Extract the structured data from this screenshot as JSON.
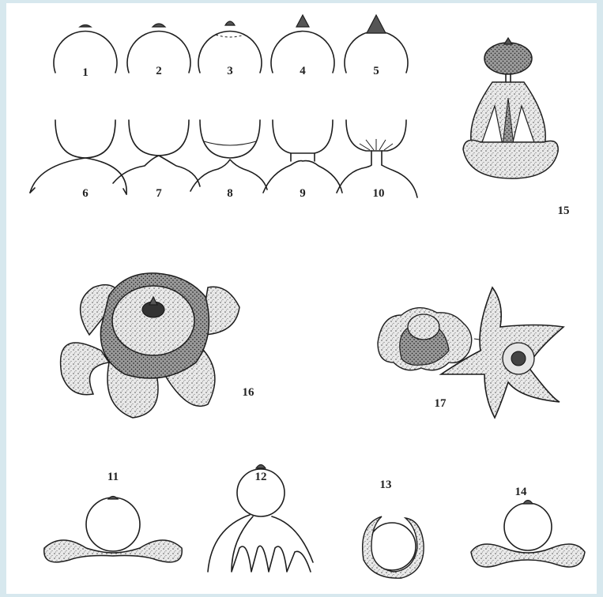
{
  "figure": {
    "labels": [
      "1",
      "2",
      "3",
      "4",
      "5",
      "6",
      "7",
      "8",
      "9",
      "10",
      "11",
      "12",
      "13",
      "14",
      "15",
      "16",
      "17"
    ]
  }
}
